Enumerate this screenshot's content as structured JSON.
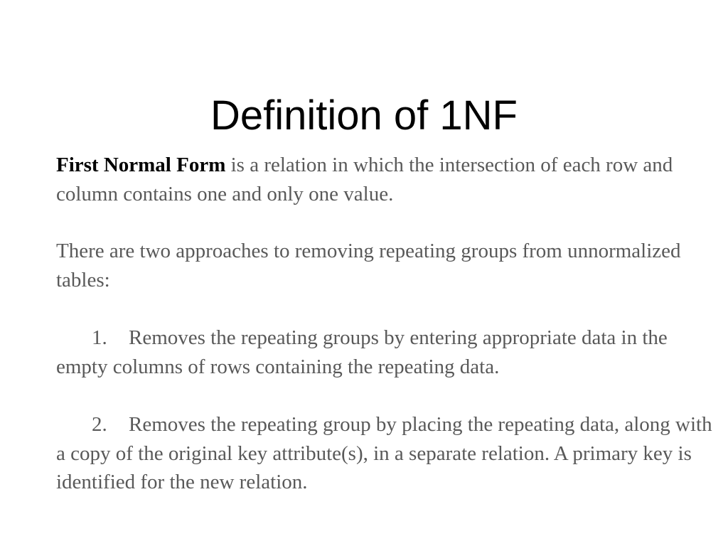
{
  "slide": {
    "title": "Definition of 1NF",
    "definition": {
      "term": "First Normal Form",
      "text": " is a relation in which the intersection of each row and column contains one and only one value."
    },
    "intro": "There are two approaches to removing repeating groups from unnormalized tables:",
    "approaches": [
      {
        "number": "1.",
        "text": "Removes the repeating groups by entering appropriate data in the empty columns of rows containing the repeating data."
      },
      {
        "number": "2.",
        "text": "Removes the repeating group by placing the repeating data, along with a copy of the original key attribute(s), in a separate relation. A primary key is identified for the new relation."
      }
    ],
    "colors": {
      "title": "#000000",
      "body_text": "#595959",
      "term": "#000000",
      "background": "#ffffff"
    }
  }
}
